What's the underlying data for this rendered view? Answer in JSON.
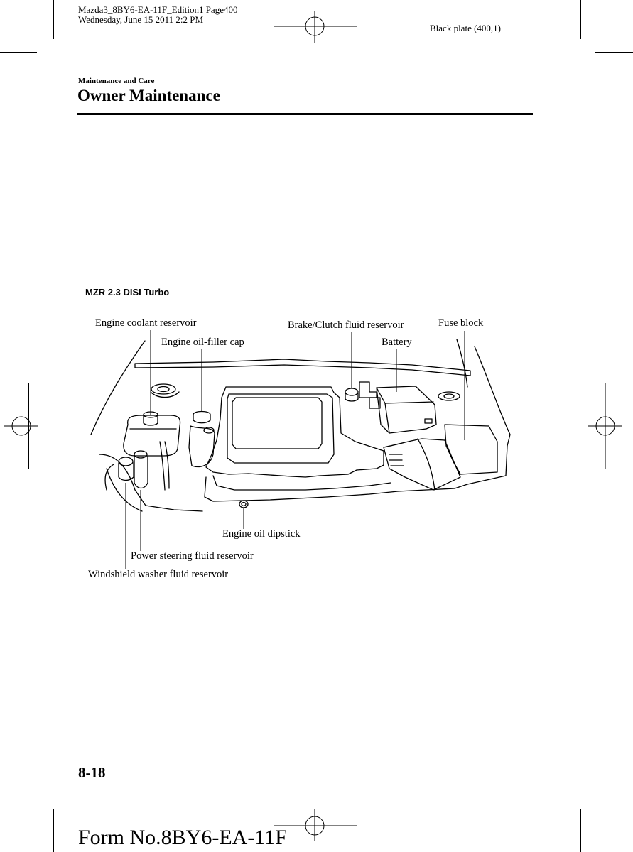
{
  "print_header": {
    "file_line": "Mazda3_8BY6-EA-11F_Edition1 Page400",
    "date_line": "Wednesday, June 15 2011 2:2 PM",
    "plate": "Black plate (400,1)"
  },
  "section": "Maintenance and Care",
  "title": "Owner Maintenance",
  "figure": {
    "variant": "MZR 2.3 DISI Turbo",
    "callouts": {
      "engine_coolant_reservoir": "Engine coolant reservoir",
      "engine_oil_filler_cap": "Engine oil-filler cap",
      "brake_clutch_fluid_reservoir": "Brake/Clutch fluid reservoir",
      "battery": "Battery",
      "fuse_block": "Fuse block",
      "engine_oil_dipstick": "Engine oil dipstick",
      "power_steering_fluid_reservoir": "Power steering fluid reservoir",
      "windshield_washer_fluid_reservoir": "Windshield washer fluid reservoir"
    }
  },
  "page_number": "8-18",
  "form_number": "Form No.8BY6-EA-11F"
}
